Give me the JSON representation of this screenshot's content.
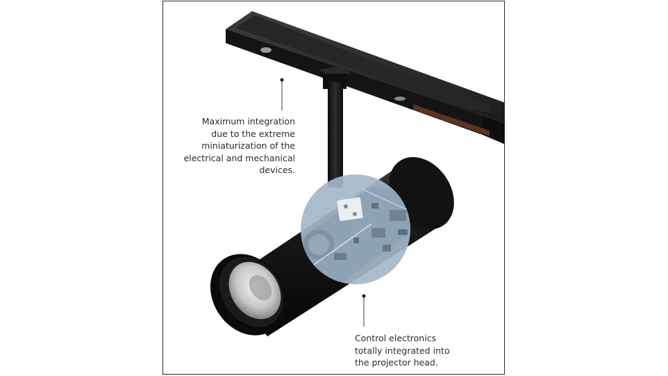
{
  "callouts": {
    "integration": {
      "lines": [
        "Maximum integration",
        "due to the extreme",
        "miniaturization of the",
        "electrical and mechanical",
        "devices."
      ]
    },
    "electronics": {
      "lines": [
        "Control electronics",
        "totally integrated into",
        "the projector head."
      ]
    }
  },
  "colors": {
    "track": "#1c1c1c",
    "body": "#111111",
    "lens_inner": "#cfcfcf",
    "overlay": "#9fb3c4",
    "text": "#2b2b2b"
  }
}
